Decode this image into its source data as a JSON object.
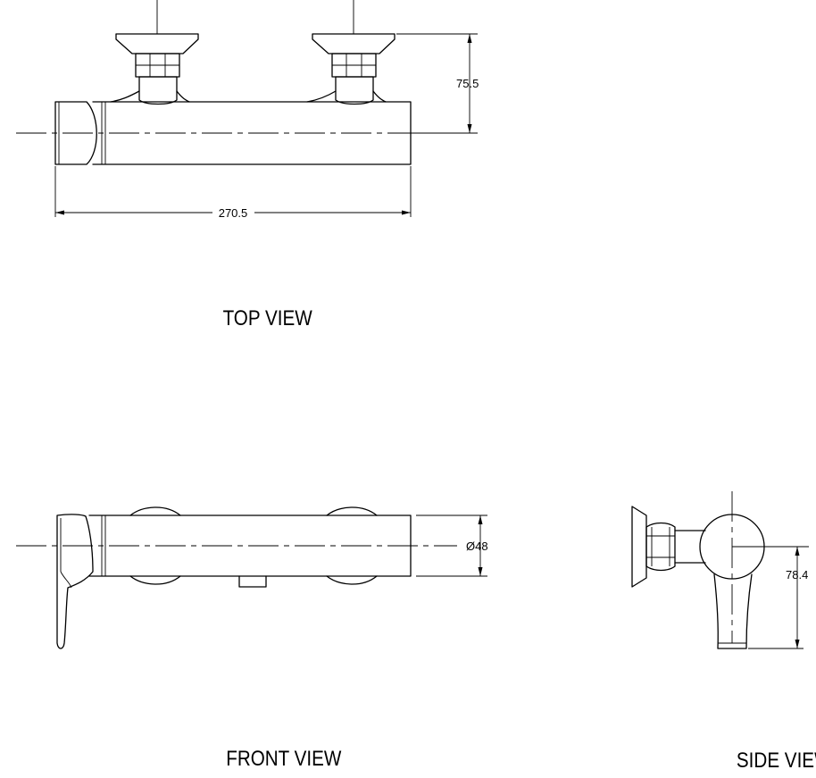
{
  "views": {
    "top": {
      "label": "TOP VIEW",
      "dimensions": {
        "length": "270.5",
        "depth": "75.5"
      }
    },
    "front": {
      "label": "FRONT VIEW",
      "dimensions": {
        "diameter": "Ø48"
      }
    },
    "side": {
      "label": "SIDE VIEW",
      "dimensions": {
        "height": "78.4"
      }
    }
  }
}
